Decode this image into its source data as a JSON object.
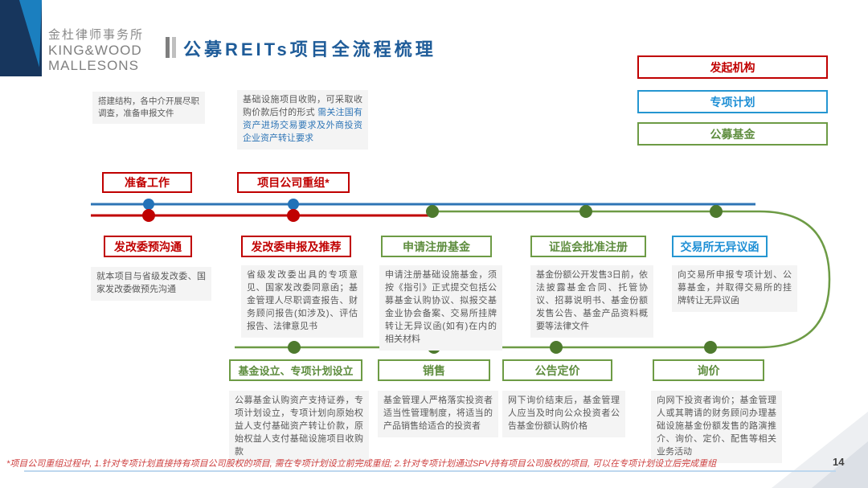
{
  "header": {
    "logo_cn": "金杜律师事务所",
    "logo_en_line1": "KING&WOOD",
    "logo_en_line2": "MALLESONS",
    "title": "公募REITs项目全流程梳理"
  },
  "legend": {
    "items": [
      {
        "label": "发起机构",
        "color": "#C00000"
      },
      {
        "label": "专项计划",
        "color": "#2596D1"
      },
      {
        "label": "公募基金",
        "color": "#6D9B45"
      }
    ]
  },
  "prep_notes": {
    "note1": "搭建结构，各中介开展尽职调查，准备申报文件",
    "note2_gray": "基础设施项目收购，可采取收购价款后付的形式",
    "note2_blue": "需关注国有资产进场交易要求及外商投资企业资产转让要求"
  },
  "timeline": {
    "top_stages": [
      {
        "label": "准备工作"
      },
      {
        "label": "项目公司重组*"
      }
    ],
    "mid_stages": [
      {
        "label": "发改委预沟通",
        "note": "就本项目与省级发改委、国家发改委做预先沟通"
      },
      {
        "label": "发改委申报及推荐",
        "note": "省级发改委出具的专项意见、国家发改委同意函；基金管理人尽职调查报告、财务顾问报告(如涉及)、评估报告、法律意见书"
      },
      {
        "label": "申请注册基金",
        "note": "申请注册基础设施基金，须按《指引》正式提交包括公募基金认购协议、拟报交基金业协会备案、交易所挂牌转让无异议函(如有)在内的相关材料"
      },
      {
        "label": "证监会批准注册",
        "note": "基金份额公开发售3日前，依法披露基金合同、托管协议、招募说明书、基金份额发售公告、基金产品资料概要等法律文件"
      },
      {
        "label": "交易所无异议函",
        "note": "向交易所申报专项计划、公募基金，并取得交易所的挂牌转让无异议函"
      }
    ],
    "bottom_stages": [
      {
        "label": "基金设立、专项计划设立",
        "note": "公募基金认购资产支持证券，专项计划设立，专项计划向原始权益人支付基础资产转让价款，原始权益人支付基础设施项目收购款"
      },
      {
        "label": "销售",
        "note": "基金管理人严格落实投资者适当性管理制度，将适当的产品销售给适合的投资者"
      },
      {
        "label": "公告定价",
        "note": "网下询价结束后，基金管理人应当及时向公众投资者公告基金份额认购价格"
      },
      {
        "label": "询价",
        "note": "向网下投资者询价；基金管理人或其聘请的财务顾问办理基础设施基金份额发售的路演推介、询价、定价、配售等相关业务活动"
      }
    ]
  },
  "colors": {
    "sponsor_red": "#C00000",
    "plan_blue": "#2596D1",
    "fund_green": "#6D9B45",
    "title_blue": "#1F5C99",
    "note_highlight_blue": "#2E75B6"
  },
  "footer": {
    "footnote": "*项目公司重组过程中, 1.针对专项计划直接持有项目公司股权的项目, 需在专项计划设立前完成重组; 2.针对专项计划通过SPV持有项目公司股权的项目, 可以在专项计划设立后完成重组",
    "page_number": "14"
  }
}
